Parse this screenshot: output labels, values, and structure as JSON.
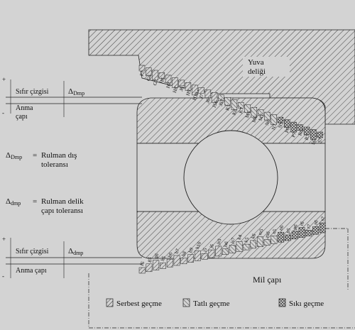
{
  "housing": {
    "label_line1": "Yuva",
    "label_line2": "deliği"
  },
  "top_zone": {
    "plus_sign": "+",
    "minus_sign": "-",
    "zero_line": "Sıfır çizgisi",
    "delta_prefix": "Δ",
    "delta_sub": "Dmp",
    "wear_line1": "Anma",
    "wear_line2": "çapı"
  },
  "legend_outer": {
    "symbol": "Δ",
    "symbol_sub": "Dmp",
    "equals": "=",
    "line1": "Rulman dış",
    "line2": "toleransı"
  },
  "legend_inner": {
    "symbol": "Δ",
    "symbol_sub": "dmp",
    "equals": "=",
    "line1": "Rulman delik",
    "line2": "çapı toleransı"
  },
  "bottom_zone": {
    "plus_sign": "+",
    "minus_sign": "-",
    "zero_line": "Sıfır çizgisi",
    "delta_prefix": "Δ",
    "delta_sub": "dmp",
    "wear_line": "Anma çapı"
  },
  "shaft": {
    "label": "Mil çapı"
  },
  "fits_legend": {
    "clearance": "Serbest geçme",
    "transition": "Tatlı geçme",
    "interference": "Sıkı geçme"
  },
  "housing_tolerances": [
    "F7",
    "G6",
    "G7",
    "H6",
    "H7",
    "H8",
    "J6",
    "H9",
    "H10",
    "J7",
    "J6",
    "JS6",
    "JS7",
    "K5",
    "K6",
    "K7",
    "M5",
    "M6",
    "M7",
    "N6",
    "N7",
    "N5",
    "P6",
    "P7",
    "R6",
    "R7",
    "S6",
    "S7"
  ],
  "shaft_tolerances": [
    "f6",
    "g5",
    "g6",
    "h5",
    "h6",
    "h7",
    "h8",
    "h9",
    "h10",
    "j5",
    "j6",
    "js5",
    "js6",
    "js7",
    "k4",
    "k5",
    "k6",
    "m5",
    "m6",
    "n5",
    "n6",
    "p5",
    "p6",
    "r6",
    "r7",
    "s6",
    "s7"
  ],
  "colors": {
    "background": "#d3d3d3",
    "line": "#222222",
    "hatch": "#444444"
  }
}
